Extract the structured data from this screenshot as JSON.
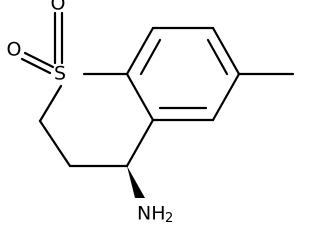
{
  "molecule": {
    "atoms": {
      "sulfur": "S",
      "oxygen_top": "O",
      "oxygen_left": "O",
      "amine_main": "NH",
      "amine_sub": "2"
    },
    "stereo_bond": "wedge"
  }
}
